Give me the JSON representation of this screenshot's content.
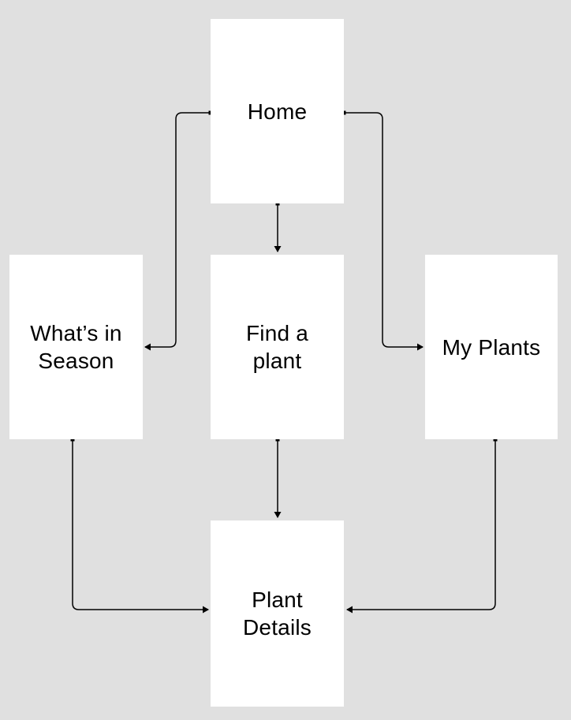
{
  "colors": {
    "background": "#e0e0e0",
    "node_fill": "#ffffff",
    "connector": "#000000",
    "text": "#000000"
  },
  "nodes": {
    "home": {
      "label": "Home"
    },
    "whats_in_season": {
      "label": "What’s in\nSeason"
    },
    "find_a_plant": {
      "label": "Find a\nplant"
    },
    "my_plants": {
      "label": "My Plants"
    },
    "plant_details": {
      "label": "Plant\nDetails"
    }
  },
  "edges": [
    {
      "from": "home",
      "to": "find_a_plant"
    },
    {
      "from": "home",
      "to": "whats_in_season"
    },
    {
      "from": "home",
      "to": "my_plants"
    },
    {
      "from": "find_a_plant",
      "to": "plant_details"
    },
    {
      "from": "whats_in_season",
      "to": "plant_details"
    },
    {
      "from": "my_plants",
      "to": "plant_details"
    }
  ]
}
